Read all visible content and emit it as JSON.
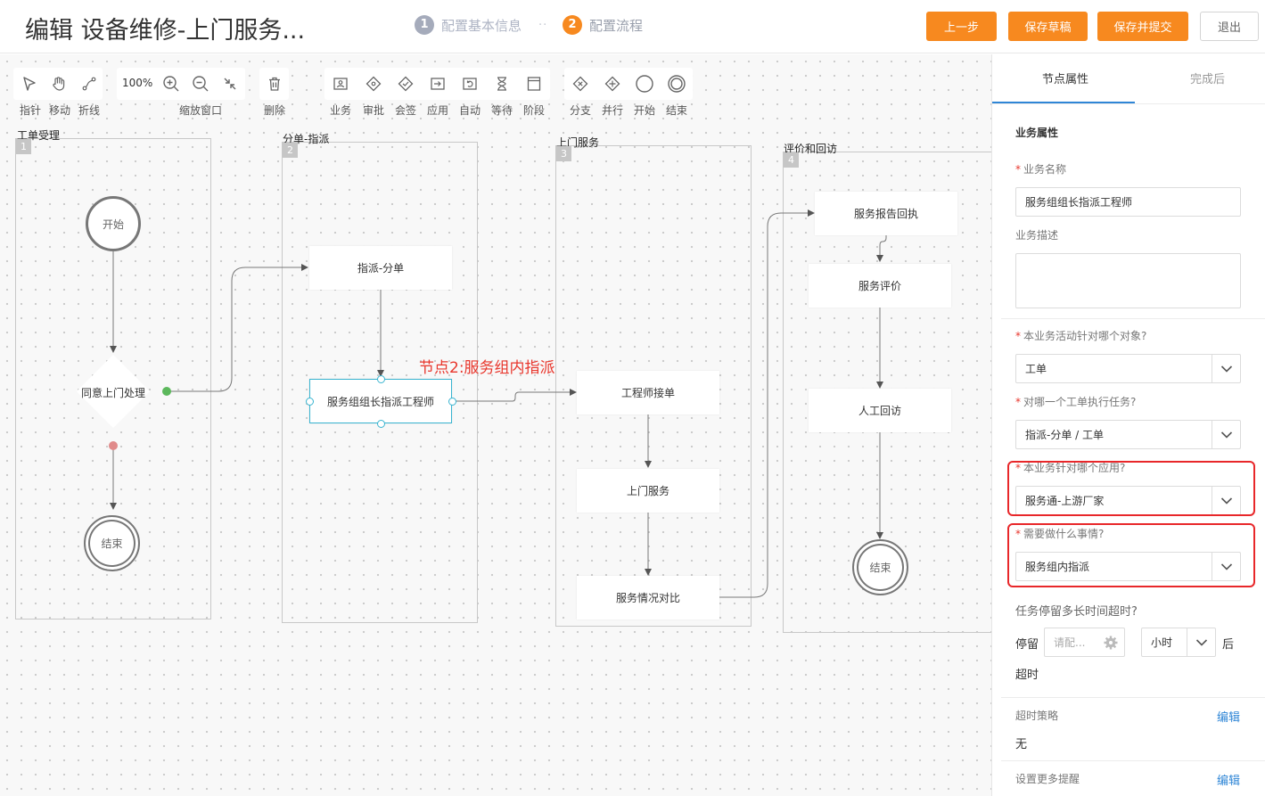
{
  "header": {
    "title": "编辑 设备维修-上门服务...",
    "steps": [
      {
        "num": "1",
        "label": "配置基本信息"
      },
      {
        "num": "2",
        "label": "配置流程"
      }
    ],
    "step_separator": "··",
    "buttons": {
      "prev": "上一步",
      "save_draft": "保存草稿",
      "save_submit": "保存并提交",
      "exit": "退出"
    }
  },
  "toolbar": {
    "pointer": "指针",
    "move": "移动",
    "polyline": "折线",
    "zoom_value": "100%",
    "zoom_window": "缩放窗口",
    "delete": "删除",
    "business": "业务",
    "approve": "审批",
    "countersign": "会签",
    "application": "应用",
    "auto": "自动",
    "wait": "等待",
    "stage": "阶段",
    "branch": "分支",
    "parallel": "并行",
    "start": "开始",
    "end": "结束"
  },
  "lanes": [
    {
      "num": "1",
      "title": "工单受理"
    },
    {
      "num": "2",
      "title": "分单-指派"
    },
    {
      "num": "3",
      "title": "上门服务"
    },
    {
      "num": "4",
      "title": "评价和回访"
    }
  ],
  "nodes": {
    "start": "开始",
    "agree_visit": "同意上门处理",
    "end1": "结束",
    "dispatch_assign": "指派-分单",
    "group_leader_assign": "服务组组长指派工程师",
    "engineer_accept": "工程师接单",
    "onsite_service": "上门服务",
    "service_compare": "服务情况对比",
    "report_receipt": "服务报告回执",
    "service_eval": "服务评价",
    "manual_revisit": "人工回访",
    "end2": "结束"
  },
  "annotation": "节点2:服务组内指派",
  "panel": {
    "tabs": [
      "节点属性",
      "完成后"
    ],
    "section": "业务属性",
    "biz_name_label": "业务名称",
    "biz_name_value": "服务组组长指派工程师",
    "biz_desc_label": "业务描述",
    "target_object_label": "本业务活动针对哪个对象?",
    "target_object_value": "工单",
    "which_order_label": "对哪一个工单执行任务?",
    "which_order_value": "指派-分单 / 工单",
    "which_app_label": "本业务针对哪个应用?",
    "which_app_value": "服务通-上游厂家",
    "what_todo_label": "需要做什么事情?",
    "what_todo_value": "服务组内指派",
    "timeout_question": "任务停留多长时间超时?",
    "stay_label": "停留",
    "stay_placeholder": "请配...",
    "unit_value": "小时",
    "after_label": "后",
    "timeout_label": "超时",
    "timeout_strategy_label": "超时策略",
    "timeout_strategy_edit": "编辑",
    "timeout_strategy_value": "无",
    "more_reminders_label": "设置更多提醒",
    "more_reminders_edit": "编辑"
  },
  "colors": {
    "accent_orange": "#f7891f",
    "link_blue": "#2f86d6",
    "highlight_red": "#e8272a",
    "selection_cyan": "#39b4d0",
    "green_dot": "#5cb85c",
    "red_dot": "#e08a8a"
  }
}
